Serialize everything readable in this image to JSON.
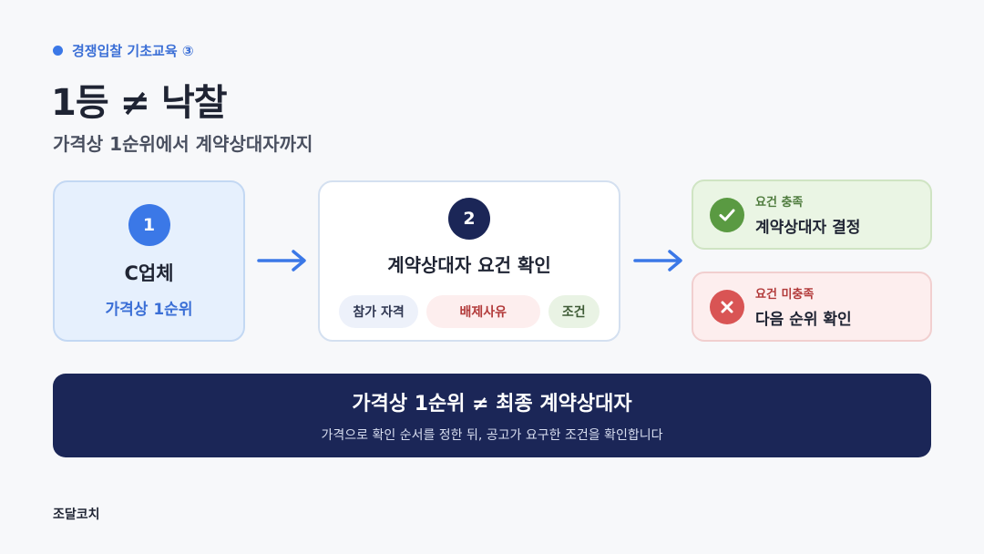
{
  "header": {
    "tag": "경쟁입찰 기초교육 ③",
    "title": "1등 ≠ 낙찰",
    "subtitle": "가격상 1순위에서 계약상대자까지"
  },
  "step1": {
    "number": "1",
    "name": "C업체",
    "sub": "가격상 1순위"
  },
  "step2": {
    "number": "2",
    "name": "계약상대자 요건 확인",
    "chips": [
      "참가 자격",
      "배제사유",
      "조건"
    ]
  },
  "results": {
    "ok": {
      "label": "요건 충족",
      "value": "계약상대자 결정"
    },
    "ng": {
      "label": "요건 미충족",
      "value": "다음 순위 확인"
    }
  },
  "banner": {
    "main": "가격상 1순위 ≠ 최종 계약상대자",
    "desc": "가격으로 확인 순서를 정한 뒤, 공고가 요구한 조건을 확인합니다"
  },
  "footer": {
    "brand": "조달코치"
  },
  "colors": {
    "accent": "#3b78e7",
    "navy": "#1b2657",
    "success": "#5a9a42",
    "danger": "#d95454"
  },
  "icons": [
    "check-icon",
    "x-icon",
    "arrow-right-icon"
  ]
}
